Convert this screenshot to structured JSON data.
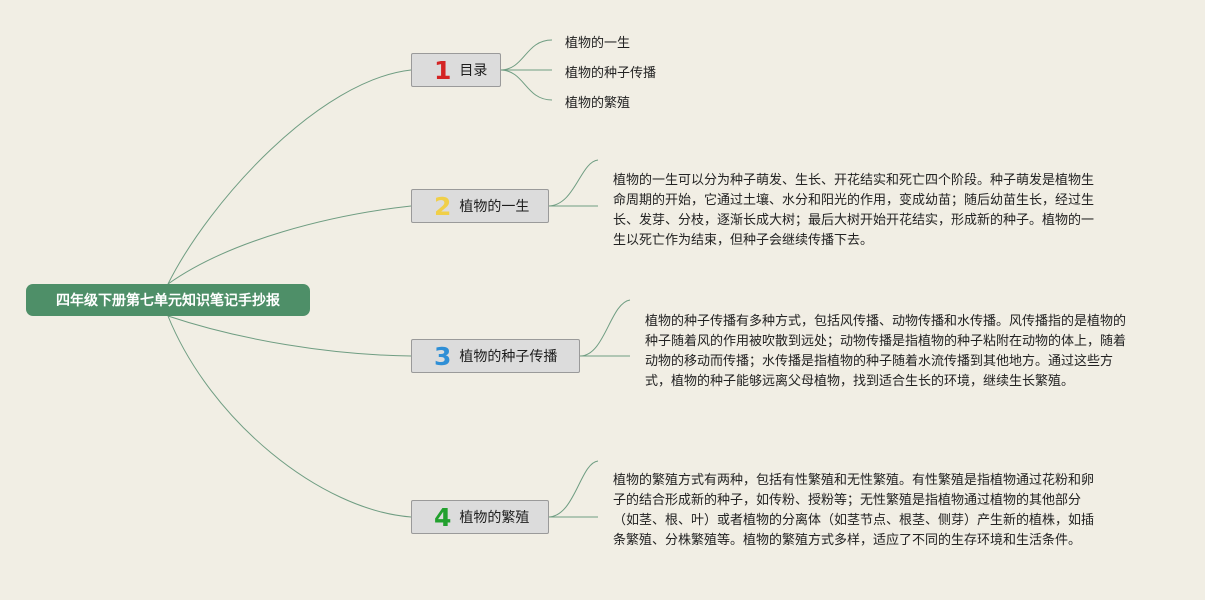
{
  "root": {
    "title": "四年级下册第七单元知识笔记手抄报"
  },
  "branches": [
    {
      "num": "1",
      "label": "目录",
      "color": "#d42424"
    },
    {
      "num": "2",
      "label": "植物的一生",
      "color": "#f0cf48"
    },
    {
      "num": "3",
      "label": "植物的种子传播",
      "color": "#2f8fd6"
    },
    {
      "num": "4",
      "label": "植物的繁殖",
      "color": "#22a02e"
    }
  ],
  "toc": [
    "植物的一生",
    "植物的种子传播",
    "植物的繁殖"
  ],
  "paragraphs": [
    "植物的一生可以分为种子萌发、生长、开花结实和死亡四个阶段。种子萌发是植物生命周期的开始，它通过土壤、水分和阳光的作用，变成幼苗；随后幼苗生长，经过生长、发芽、分枝，逐渐长成大树；最后大树开始开花结实，形成新的种子。植物的一生以死亡作为结束，但种子会继续传播下去。",
    "植物的种子传播有多种方式，包括风传播、动物传播和水传播。风传播指的是植物的种子随着风的作用被吹散到远处；动物传播是指植物的种子粘附在动物的体上，随着动物的移动而传播；水传播是指植物的种子随着水流传播到其他地方。通过这些方式，植物的种子能够远离父母植物，找到适合生长的环境，继续生长繁殖。",
    "植物的繁殖方式有两种，包括有性繁殖和无性繁殖。有性繁殖是指植物通过花粉和卵子的结合形成新的种子，如传粉、授粉等；无性繁殖是指植物通过植物的其他部分（如茎、根、叶）或者植物的分离体（如茎节点、根茎、侧芽）产生新的植株，如插条繁殖、分株繁殖等。植物的繁殖方式多样，适应了不同的生存环境和生活条件。"
  ],
  "colors": {
    "background": "#f1eee4",
    "root": "#4e8f68",
    "connector": "#6f9d82",
    "branch_fill": "#dcdcdc"
  }
}
